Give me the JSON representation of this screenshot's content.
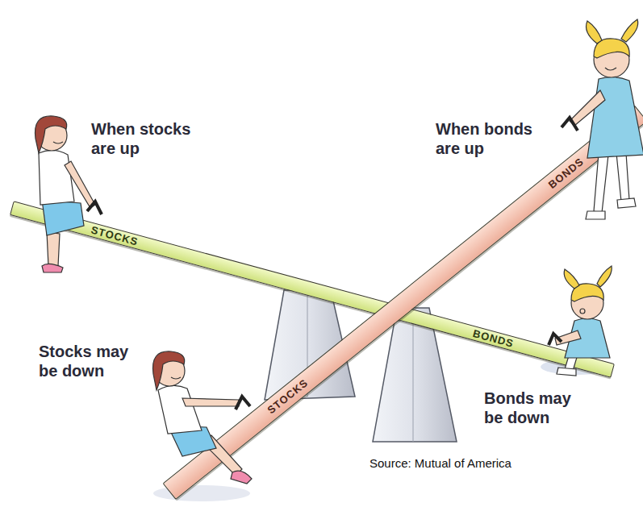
{
  "diagram": {
    "nodes": [
      {
        "text": [
          "STOCKS",
          "BONDS"
        ]
      },
      {
        "text": [
          "BONDS",
          "STOCKS"
        ]
      }
    ],
    "labels": [
      "When stocks are up",
      "When bonds are up",
      "Stocks may be down",
      "Bonds may be down",
      "Source: Mutual of America"
    ]
  }
}
